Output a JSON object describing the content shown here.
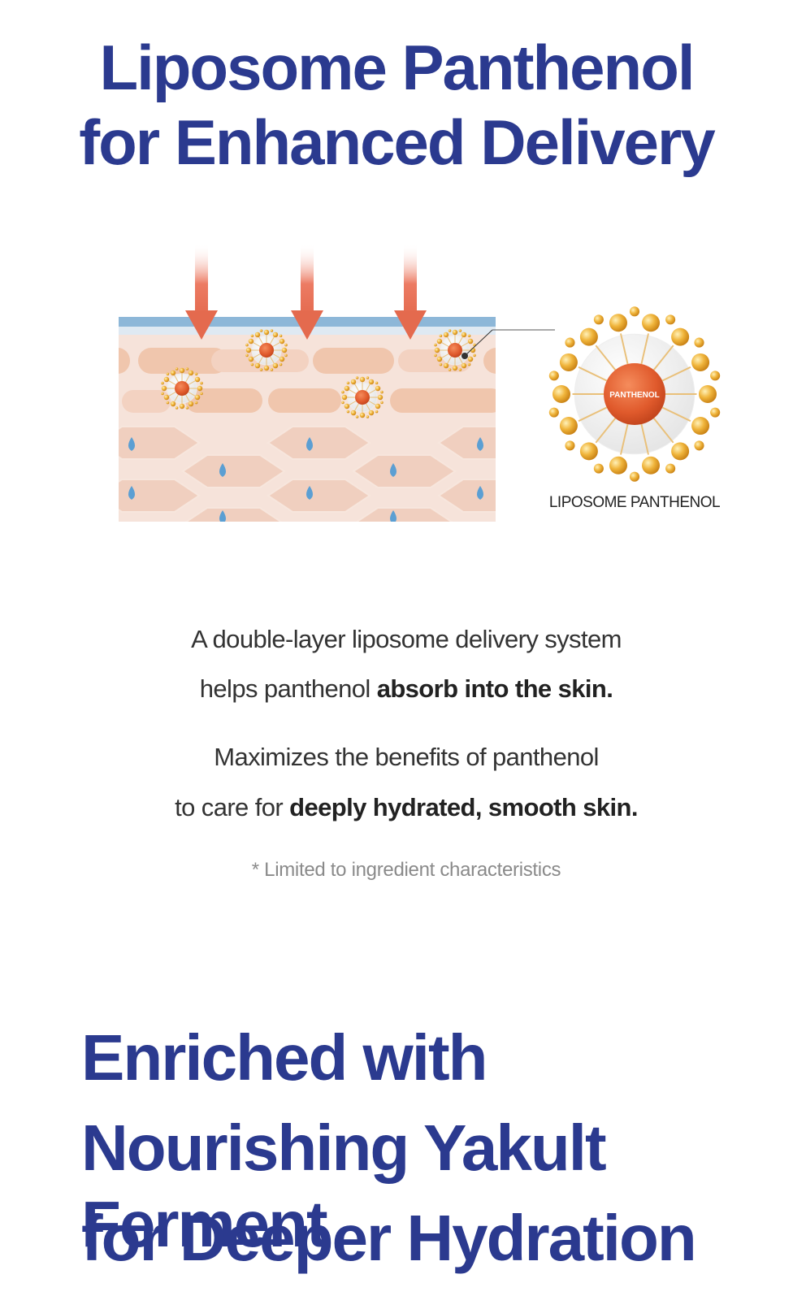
{
  "title": {
    "line1": "Liposome Panthenol",
    "line2": "for Enhanced Delivery"
  },
  "diagram": {
    "liposome_label": "LIPOSOME PANTHENOL",
    "core_label": "PANTHENOL"
  },
  "description": {
    "p1_line1": "A double-layer liposome delivery system",
    "p1_line2_normal": "helps panthenol ",
    "p1_line2_bold": "absorb into the skin.",
    "p2_line1": "Maximizes the benefits of panthenol",
    "p2_line2_normal": "to care for ",
    "p2_line2_bold": "deeply hydrated, smooth skin.",
    "footnote": "* Limited to ingredient characteristics"
  },
  "heading2": {
    "line1": "Enriched with",
    "line2": "Nourishing Yakult Ferment",
    "line3": "for Deeper Hydration"
  },
  "colors": {
    "title_blue": "#2b3a8f",
    "arrow": "#e8745a",
    "skin_top": "#8db7d8",
    "droplet": "#5b9fd3",
    "liposome_gold": "#e0a43a"
  }
}
